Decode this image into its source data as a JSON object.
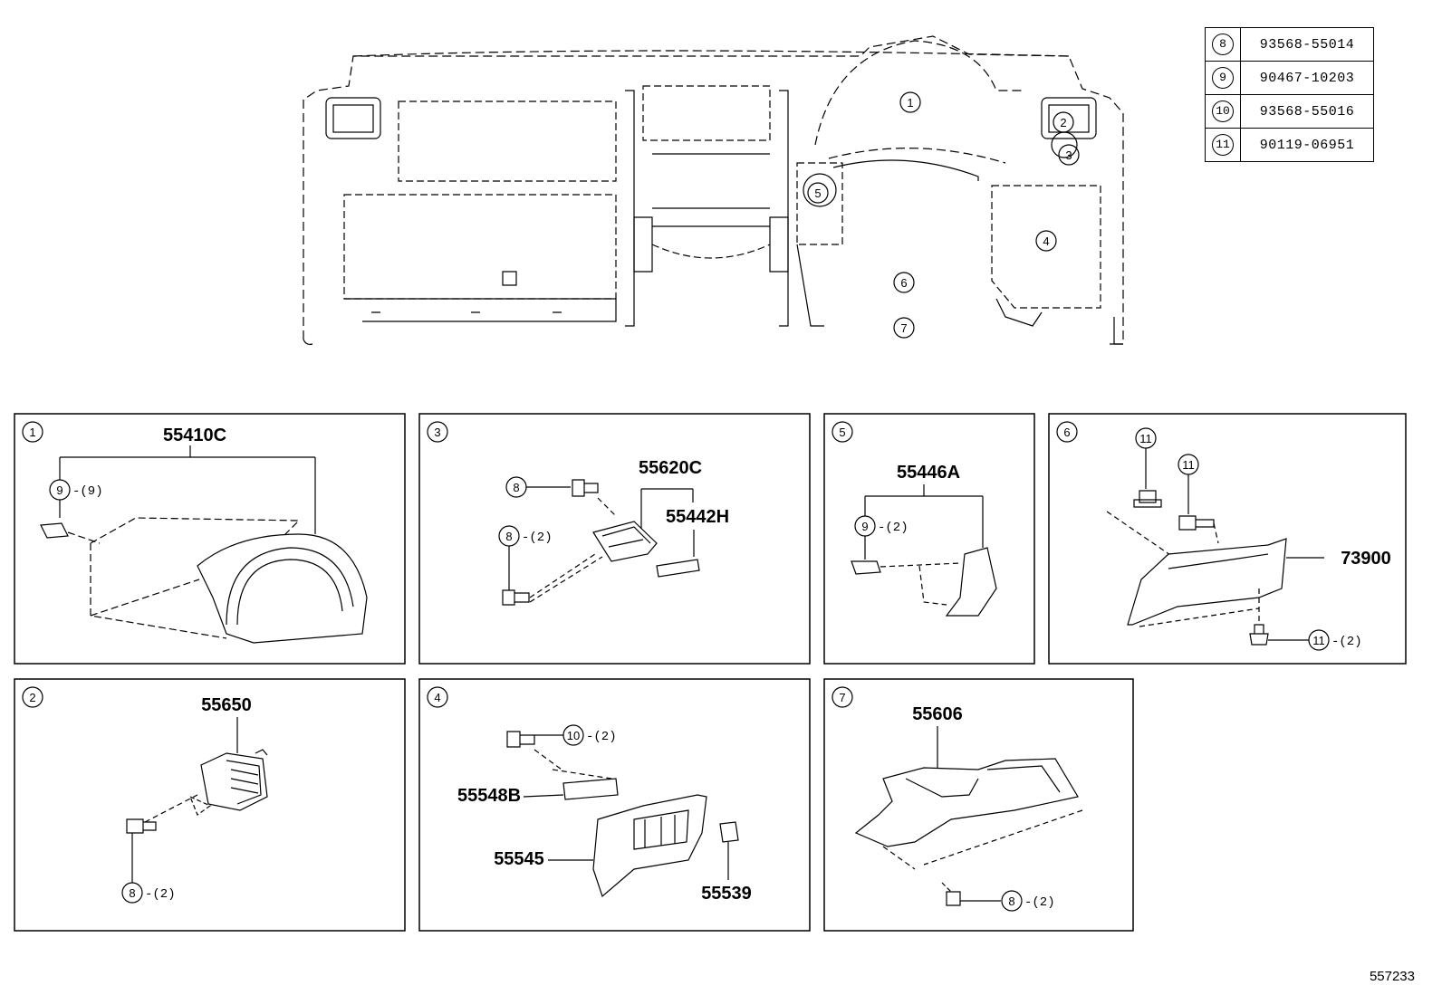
{
  "reference_table": [
    {
      "callout": "8",
      "part": "93568-55014"
    },
    {
      "callout": "9",
      "part": "90467-10203"
    },
    {
      "callout": "10",
      "part": "93568-55016"
    },
    {
      "callout": "11",
      "part": "90119-06951"
    }
  ],
  "overview_callouts": [
    "1",
    "2",
    "3",
    "4",
    "5",
    "6",
    "7"
  ],
  "panels": {
    "p1": {
      "num": "1",
      "part": "55410C",
      "callout": "9",
      "qty": "-(9)"
    },
    "p2": {
      "num": "2",
      "part": "55650",
      "callout": "8",
      "qty": "-(2)"
    },
    "p3": {
      "num": "3",
      "part_a": "55620C",
      "part_b": "55442H",
      "callout_a": "8",
      "callout_b": "8",
      "qty_b": "-(2)"
    },
    "p4": {
      "num": "4",
      "part_a": "55548B",
      "part_b": "55545",
      "part_c": "55539",
      "callout": "10",
      "qty": "-(2)"
    },
    "p5": {
      "num": "5",
      "part": "55446A",
      "callout": "9",
      "qty": "-(2)"
    },
    "p6": {
      "num": "6",
      "part": "73900",
      "callout_a": "11",
      "callout_b": "11",
      "callout_c": "11",
      "qty_c": "-(2)"
    },
    "p7": {
      "num": "7",
      "part": "55606",
      "callout": "8",
      "qty": "-(2)"
    }
  },
  "diagram_id": "557233"
}
